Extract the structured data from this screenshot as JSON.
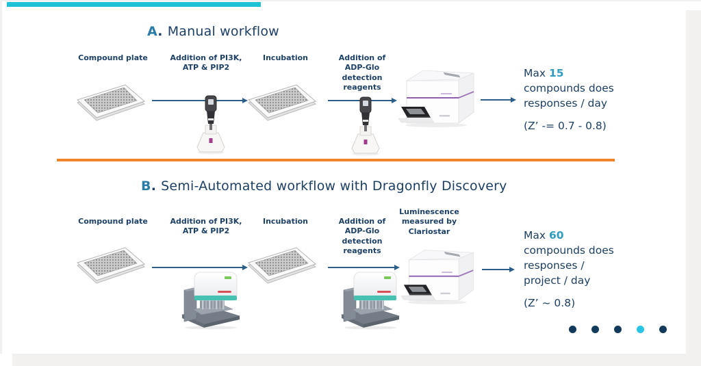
{
  "colors": {
    "page_background": "#f2f1ef",
    "card_background": "#ffffff",
    "top_bar": "#1ec1d6",
    "navy_text": "#1c3f63",
    "accent_letter": "#2a7ba6",
    "accent_number": "#2f9cc0",
    "divider_orange": "#f08428",
    "arrow": "#2b5f8a",
    "dot": "#123a5c",
    "dot_active": "#2ac4e6"
  },
  "sections": {
    "a": {
      "letter": "A",
      "suffix": ".",
      "title": "Manual workflow",
      "steps": [
        "Compound plate",
        "Addition of PI3K, ATP & PIP2",
        "Incubation",
        "Addition of ADP-Glo detection reagents"
      ],
      "result": {
        "max_label": "Max",
        "max_value": "15",
        "line1": "compounds does",
        "line2": "responses / day",
        "z_score": "(Z’ -= 0.7 - 0.8)"
      }
    },
    "b": {
      "letter": "B",
      "suffix": ".",
      "title": "Semi-Automated workflow with Dragonfly Discovery",
      "steps": [
        "Compound plate",
        "Addition of PI3K, ATP & PIP2",
        "Incubation",
        "Addition of ADP-Glo detection reagents",
        "Luminescence measured by Clariostar"
      ],
      "result": {
        "max_label": "Max",
        "max_value": "60",
        "line1": "compounds does",
        "line2": "responses /",
        "line3": "project / day",
        "z_score": "(Z’ ~ 0.8)"
      }
    }
  },
  "icons": {
    "microplate-icon": "384-well assay microplate",
    "pipette-icon": "electronic pipette on charging stand",
    "dragonfly-dispenser-icon": "Dragonfly Discovery liquid dispenser",
    "plate-reader-icon": "Clariostar microplate reader",
    "flow-arrow-icon": "right arrow"
  },
  "carousel": {
    "dot_count": 5,
    "active_index": 3
  }
}
